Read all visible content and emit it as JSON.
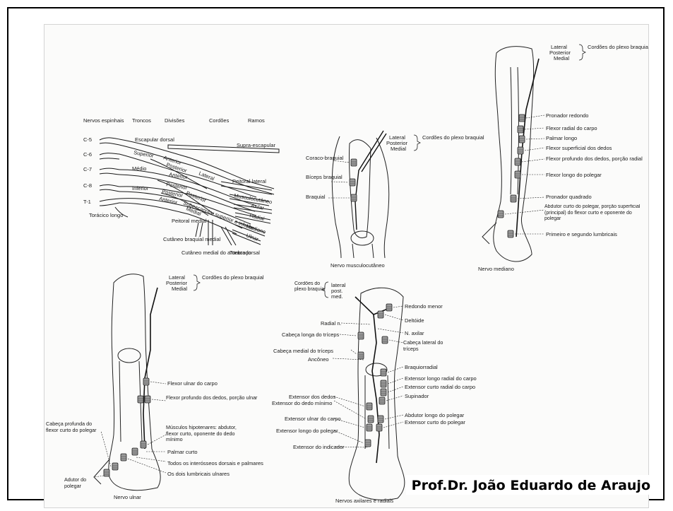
{
  "credit": "Prof.Dr. João Eduardo de Araujo",
  "plexus": {
    "headers": [
      "Nervos espinhais",
      "Troncos",
      "Divisões",
      "Cordões",
      "Ramos"
    ],
    "roots": [
      "C-5",
      "C-6",
      "C-7",
      "C-8",
      "T-1"
    ],
    "trunks": [
      "Superior",
      "Médio",
      "Inferior"
    ],
    "divisions": [
      "Anterior",
      "Posterior",
      "Anterior",
      "Posterior",
      "Anterior",
      "Posterior"
    ],
    "cords": [
      "Lateral",
      "Posterior",
      "Medial"
    ],
    "branches": [
      "Escapular dorsal",
      "Supra-escapular",
      "Peitoral lateral",
      "Musculocutâneo",
      "Axilar",
      "Radial",
      "Mediano",
      "Ulnar",
      "Toracodorsal",
      "Torácico longo",
      "Peitoral medial",
      "Cutâneo braquial medial",
      "Cutâneo medial do antebraço",
      "Subescapular superior e inferior"
    ]
  },
  "musculo": {
    "cords_note": [
      "Lateral",
      "Posterior",
      "Medial"
    ],
    "cords_brace": "Cordões do plexo braquial",
    "labels": [
      "Coraco-braquial",
      "Bíceps braquial",
      "Braquial"
    ],
    "caption": "Nervo musculocutâneo"
  },
  "median": {
    "cords_note": [
      "Lateral",
      "Posterior",
      "Medial"
    ],
    "cords_brace": "Cordões do plexo braquial",
    "labels": [
      "Pronador redondo",
      "Flexor radial do carpo",
      "Palmar longo",
      "Flexor superficial dos dedos",
      "Flexor profundo dos dedos, porção radial",
      "Flexor longo do polegar",
      "Pronador quadrado",
      "Abdutor curto do polegar, porção superficial (principal) do flexor curto e oponente do polegar",
      "Primeiro e segundo lumbricais"
    ],
    "caption": "Nervo mediano"
  },
  "ulnar": {
    "cords_note": [
      "Lateral",
      "Posterior",
      "Medial"
    ],
    "cords_brace": "Cordões do plexo braquial",
    "labels": [
      "Flexor ulnar do carpo",
      "Flexor profundo dos dedos, porção ulnar",
      "Músculos hipotenares: abdutor, flexor curto, oponente do dedo mínimo",
      "Palmar curto",
      "Todos os interósseos dorsais e palmares",
      "Os dois lumbricais ulnares",
      "Cabeça profunda do flexor curto do polegar",
      "Adutor do polegar"
    ],
    "caption": "Nervo ulnar"
  },
  "axillary_radial": {
    "cords_brace": "Cordões do plexo braquial",
    "cords_note": [
      "lateral",
      "post.",
      "med."
    ],
    "labels_right": [
      "Redondo menor",
      "Deltóide",
      "N. axilar",
      "Cabeça lateral do tríceps",
      "Braquiorradial",
      "Extensor longo radial do carpo",
      "Extensor curto radial do carpo",
      "Supinador",
      "Abdutor longo do polegar",
      "Extensor curto do polegar"
    ],
    "labels_left": [
      "Radial n.",
      "Cabeça longa do tríceps",
      "Cabeça medial do tríceps",
      "Ancôneo",
      "Extensor dos dedos",
      "Extensor do dedo mínimo",
      "Extensor ulnar do carpo",
      "Extensor longo do polegar",
      "Extensor do indicador"
    ],
    "caption": "Nervos axilares e radiais"
  }
}
